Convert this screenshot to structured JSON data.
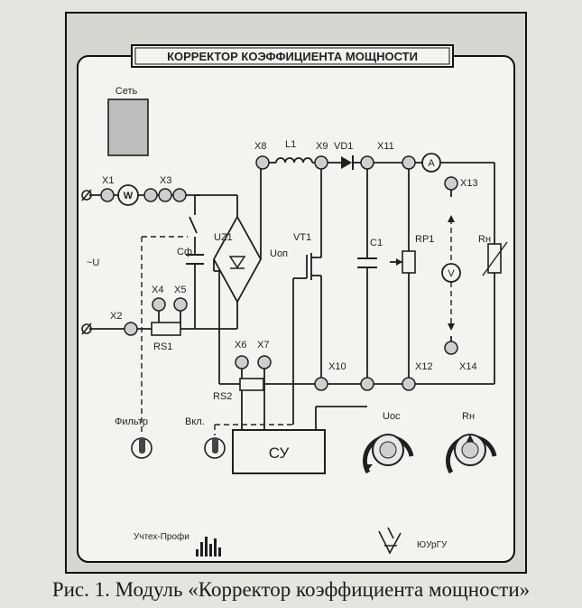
{
  "title": "КОРРЕКТОР КОЭФФИЦИЕНТА МОЩНОСТИ",
  "caption": "Рис. 1. Модуль «Корректор коэффициента мощности»",
  "labels": {
    "net": "Сеть",
    "x1": "X1",
    "x2": "X2",
    "x3": "X3",
    "x4": "X4",
    "x5": "X5",
    "x6": "X6",
    "x7": "X7",
    "x8": "X8",
    "x9": "X9",
    "x10": "X10",
    "x11": "X11",
    "x12": "X12",
    "x13": "X13",
    "x14": "X14",
    "l1": "L1",
    "vd1": "VD1",
    "vt1": "VT1",
    "uz1": "UZ1",
    "c1": "C1",
    "cf": "Cф",
    "rp1": "RP1",
    "rn": "Rн",
    "rs1": "RS1",
    "rs2": "RS2",
    "w": "W",
    "a": "A",
    "v": "V",
    "u_minus": "~U",
    "uop": "Uоп",
    "uos": "Uос",
    "rn_knob": "Rн",
    "filter": "Фильтр",
    "on": "Вкл.",
    "su": "СУ",
    "brand_left": "Учтех-Профи",
    "brand_right": "ЮУрГУ"
  },
  "colors": {
    "line": "#1f1f1f",
    "panel": "#f4f3ef",
    "node": "#cfcfcf",
    "net_block": "#bdbdbd"
  }
}
